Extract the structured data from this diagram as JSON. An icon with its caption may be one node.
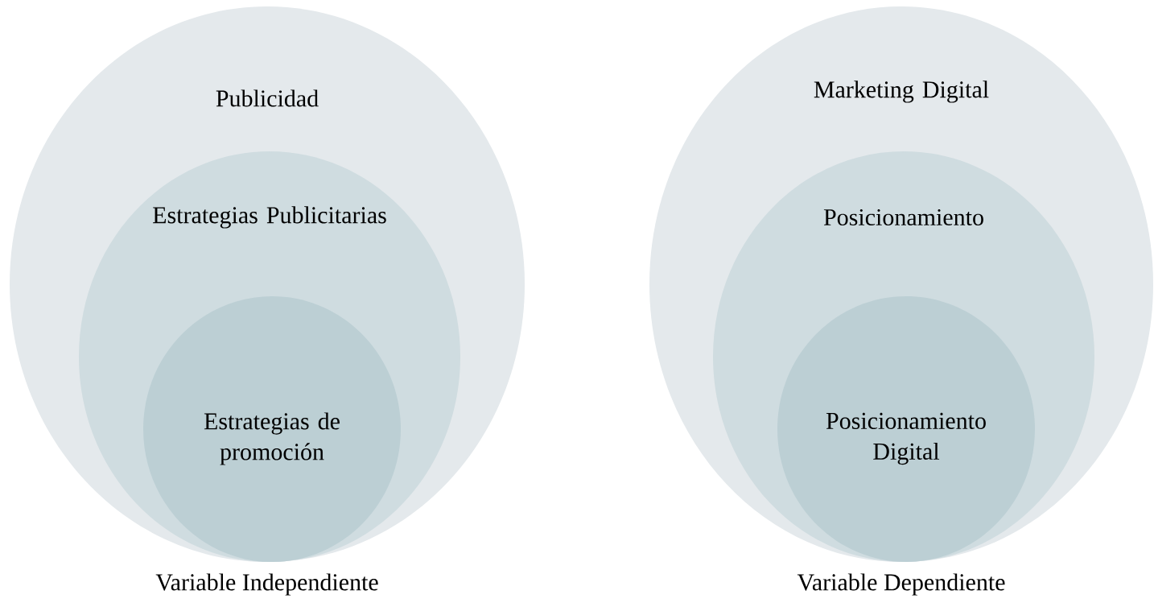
{
  "diagram": {
    "nodes": [
      {
        "text": [
          "Publicidad"
        ],
        "beside": [
          "Variable Independiente"
        ]
      },
      {
        "text": [
          "Estrategias Publicitarias"
        ],
        "in": 0
      },
      {
        "text": [
          "Estrategias de promoción"
        ],
        "in": 1
      },
      {
        "text": [
          "Marketing Digital"
        ],
        "beside": [
          "Variable Dependiente"
        ]
      },
      {
        "text": [
          "Posicionamiento"
        ],
        "in": 3
      },
      {
        "text": [
          "Posicionamiento Digital"
        ],
        "in": 4
      }
    ]
  }
}
